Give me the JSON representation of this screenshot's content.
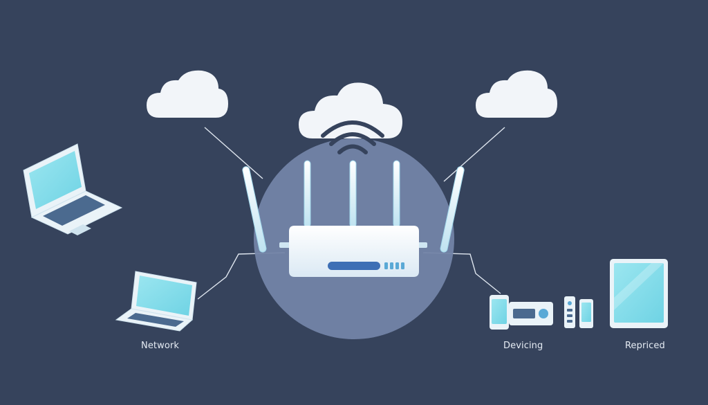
{
  "labels": {
    "network": "Network",
    "devicing": "Devicing",
    "repriced": "Repriced"
  },
  "colors": {
    "background": "#36435c",
    "halo": "#7384a6",
    "line": "#dfe6ef",
    "cloud": "#f2f5f9",
    "screen": "#7fdcea",
    "device_frame": "#eaf3f8",
    "router_body": "#eef5fb",
    "router_slot": "#3d6fb5",
    "antenna": "#cfeaf5"
  },
  "icons": {
    "cloud_left": "cloud-icon",
    "cloud_center": "cloud-icon",
    "cloud_right": "cloud-icon",
    "wifi": "wifi-signal-icon",
    "router": "router-icon",
    "laptop_top": "laptop-icon",
    "laptop_bottom": "laptop-icon",
    "phone": "smartphone-icon",
    "media_box": "set-top-box-icon",
    "remote": "remote-icon",
    "small_phone": "smartphone-icon",
    "tablet": "tablet-icon"
  }
}
